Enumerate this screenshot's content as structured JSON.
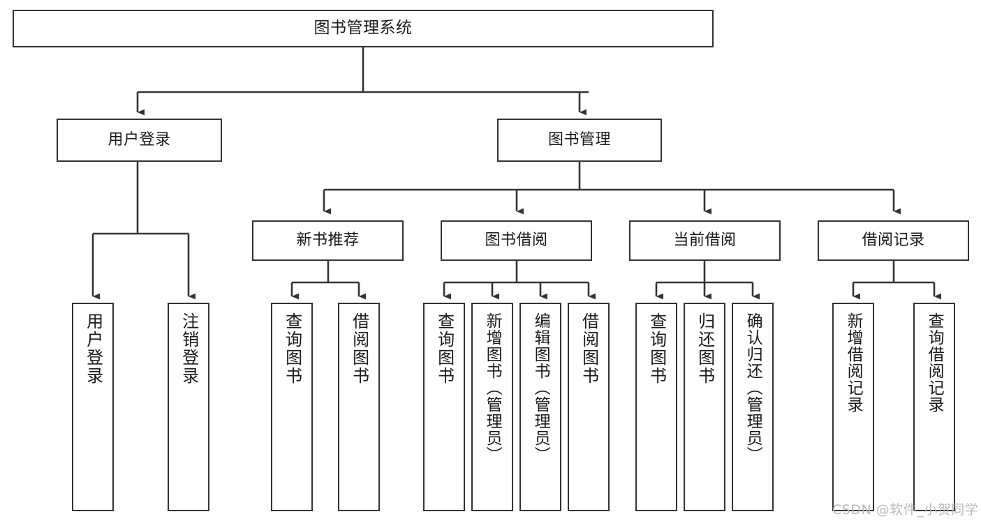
{
  "diagram": {
    "title": "图书管理系统",
    "type": "tree-hierarchy-chart",
    "stroke_color": "#333333",
    "background_color": "#ffffff",
    "text_color": "#1a1a1a"
  },
  "nodes": {
    "root": {
      "label": "图书管理系统"
    },
    "level1": [
      {
        "label": "用户登录"
      },
      {
        "label": "图书管理"
      }
    ],
    "level2": [
      {
        "label": "新书推荐"
      },
      {
        "label": "图书借阅"
      },
      {
        "label": "当前借阅"
      },
      {
        "label": "借阅记录"
      }
    ],
    "leaves": {
      "user_login": [
        {
          "label": "用户登录"
        },
        {
          "label": "注销登录"
        }
      ],
      "new_book_recommend": [
        {
          "label": "查询图书"
        },
        {
          "label": "借阅图书"
        }
      ],
      "book_borrow": [
        {
          "label": "查询图书"
        },
        {
          "label": "新增图书（管理员）"
        },
        {
          "label": "编辑图书（管理员）"
        },
        {
          "label": "借阅图书"
        }
      ],
      "current_borrow": [
        {
          "label": "查询图书"
        },
        {
          "label": "归还图书"
        },
        {
          "label": "确认归还（管理员）"
        }
      ],
      "borrow_records": [
        {
          "label": "新增借阅记录"
        },
        {
          "label": "查询借阅记录"
        }
      ]
    }
  },
  "watermark": {
    "text": "CSDN @软件_小贺同学",
    "color": "#b9b9b9"
  }
}
